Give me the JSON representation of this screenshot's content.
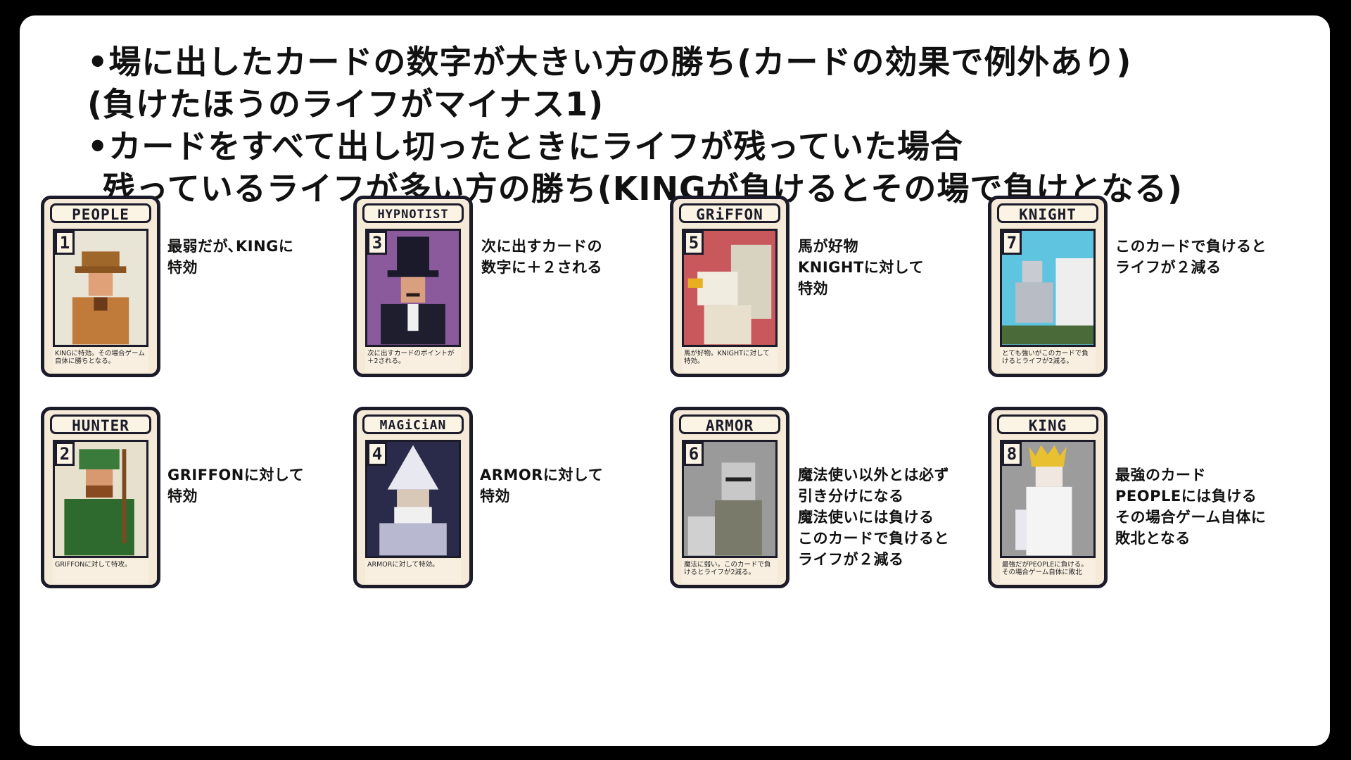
{
  "rules": [
    "•場に出したカードの数字が大きい方の勝ち(カードの効果で例外あり)",
    "(負けたほうのライフがマイナス1)",
    "•カードをすべて出し切ったときにライフが残っていた場合",
    "残っているライフが多い方の勝ち(KINGが負けるとその場で負けとなる)"
  ],
  "cards": [
    {
      "title": "PEOPLE",
      "number": "1",
      "desc": "KINGに特効。その場合ゲーム自体に勝ちとなる。",
      "effect": "最弱だが､KINGに\n特効",
      "art_bg": "#e8e4d6",
      "icon": "people-icon"
    },
    {
      "title": "HYPNOTIST",
      "number": "3",
      "desc": "次に出すカードのポイントが＋2される。",
      "effect": "次に出すカードの\n数字に＋２される",
      "art_bg": "#8a5a9c",
      "icon": "hypnotist-icon"
    },
    {
      "title": "GRiFFON",
      "number": "5",
      "desc": "馬が好物。KNIGHTに対して特効。",
      "effect": "馬が好物\nKNIGHTに対して\n特効",
      "art_bg": "#c8585c",
      "icon": "griffon-icon"
    },
    {
      "title": "KNIGHT",
      "number": "7",
      "desc": "とても強いがこのカードで負けるとライフが2減る。",
      "effect": "このカードで負けると\nライフが２減る",
      "art_bg": "#5fc4e0",
      "icon": "knight-icon"
    },
    {
      "title": "HUNTER",
      "number": "2",
      "desc": "GRIFFONに対して特攻。",
      "effect": "GRIFFONに対して\n特効",
      "art_bg": "#e6e0cc",
      "icon": "hunter-icon"
    },
    {
      "title": "MAGiCiAN",
      "number": "4",
      "desc": "ARMORに対して特効。",
      "effect": "ARMORに対して\n特効",
      "art_bg": "#2a2a4a",
      "icon": "magician-icon"
    },
    {
      "title": "ARMOR",
      "number": "6",
      "desc": "魔法に弱い。このカードで負けるとライフが2減る。",
      "effect": "魔法使い以外とは必ず\n引き分けになる\n魔法使いには負ける\nこのカードで負けると\nライフが２減る",
      "art_bg": "#9a9a9a",
      "icon": "armor-icon"
    },
    {
      "title": "KING",
      "number": "8",
      "desc": "最強だがPEOPLEに負ける。その場合ゲーム自体に敗北",
      "effect": "最強のカード\nPEOPLEには負ける\nその場合ゲーム自体に\n敗北となる",
      "art_bg": "#9c9c9c",
      "icon": "king-icon"
    }
  ]
}
